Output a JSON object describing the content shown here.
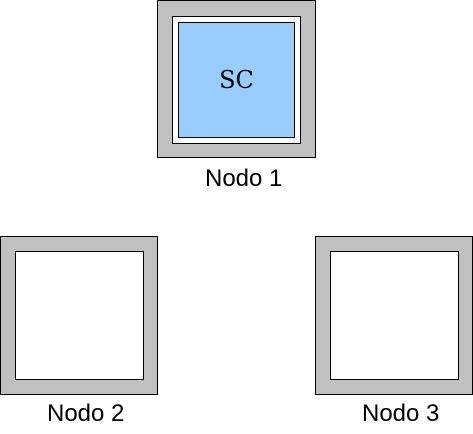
{
  "colors": {
    "node_frame": "#c0c0c0",
    "node_inner": "#ffffff",
    "sc_fill": "#99ccff",
    "outline": "#000000"
  },
  "nodes": [
    {
      "label": "Nodo 1",
      "content": "SC"
    },
    {
      "label": "Nodo 2",
      "content": ""
    },
    {
      "label": "Nodo 3",
      "content": ""
    }
  ]
}
